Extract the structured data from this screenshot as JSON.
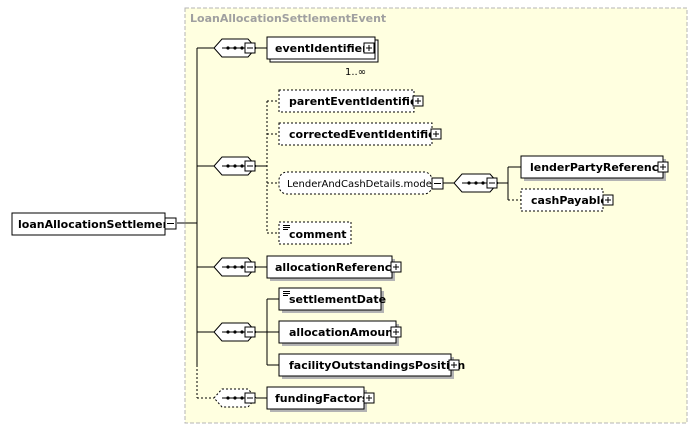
{
  "type_title": "LoanAllocationSettlementEvent",
  "root": {
    "label": "loanAllocationSettlement"
  },
  "elements": {
    "eventIdentifier": {
      "label": "eventIdentifier",
      "cardinality": "1..∞"
    },
    "parentEventIdentifier": {
      "label": "parentEventIdentifier"
    },
    "correctedEventIdentifier": {
      "label": "correctedEventIdentifier"
    },
    "lenderAndCashDetails": {
      "label": "LenderAndCashDetails.model"
    },
    "lenderPartyReference": {
      "label": "lenderPartyReference"
    },
    "cashPayable": {
      "label": "cashPayable"
    },
    "comment": {
      "label": "comment"
    },
    "allocationReference": {
      "label": "allocationReference"
    },
    "settlementDate": {
      "label": "settlementDate"
    },
    "allocationAmount": {
      "label": "allocationAmount"
    },
    "facilityOutstandingsPosition": {
      "label": "facilityOutstandingsPosition"
    },
    "fundingFactors": {
      "label": "fundingFactors"
    }
  },
  "colors": {
    "type_background": "#ffffe0",
    "type_border": "#b4b4b4",
    "box_fill": "#ffffff",
    "stroke": "#000000"
  }
}
